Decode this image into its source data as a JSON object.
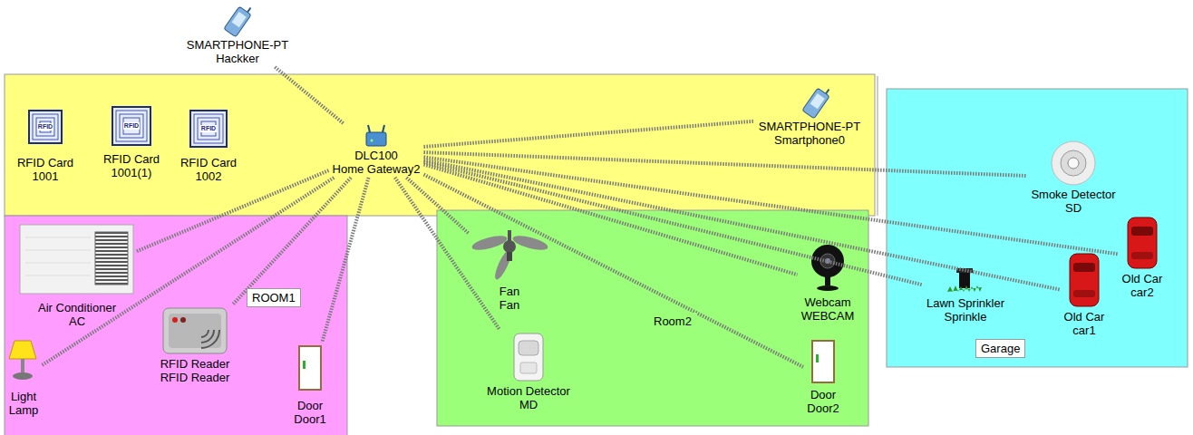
{
  "diagram": {
    "nodes": [
      {
        "text": [
          "SMARTPHONE-PT",
          "Hackker"
        ]
      },
      {
        "text": [
          "RFID Card",
          "1001"
        ]
      },
      {
        "text": [
          "RFID Card",
          "1001(1)"
        ]
      },
      {
        "text": [
          "RFID Card",
          "1002"
        ]
      },
      {
        "text": [
          "DLC100",
          "Home Gateway2"
        ]
      },
      {
        "text": [
          "SMARTPHONE-PT",
          "Smartphone0"
        ]
      },
      {
        "text": [
          "ROOM1"
        ]
      },
      {
        "text": [
          "Air Conditioner",
          "AC"
        ],
        "in": 6
      },
      {
        "text": [
          "Light",
          "Lamp"
        ],
        "in": 6
      },
      {
        "text": [
          "RFID Reader",
          "RFID Reader"
        ],
        "in": 6
      },
      {
        "text": [
          "Door",
          "Door1"
        ],
        "in": 6
      },
      {
        "text": [
          "Room2"
        ]
      },
      {
        "text": [
          "Fan",
          "Fan"
        ],
        "in": 11
      },
      {
        "text": [
          "Motion Detector",
          "MD"
        ],
        "in": 11
      },
      {
        "text": [
          "Webcam",
          "WEBCAM"
        ],
        "in": 11
      },
      {
        "text": [
          "Door",
          "Door2"
        ],
        "in": 11
      },
      {
        "text": [
          "Garage"
        ]
      },
      {
        "text": [
          "Smoke Detector",
          "SD"
        ],
        "in": 16
      },
      {
        "text": [
          "Lawn Sprinkler",
          "Sprinkle"
        ],
        "in": 16
      },
      {
        "text": [
          "Old Car",
          "car1"
        ],
        "in": 16
      },
      {
        "text": [
          "Old Car",
          "car2"
        ],
        "in": 16
      }
    ],
    "edges": [
      {
        "from": 4,
        "to": 0,
        "arrow": "none"
      },
      {
        "from": 4,
        "to": 5,
        "arrow": "none"
      },
      {
        "from": 4,
        "to": 7,
        "arrow": "none"
      },
      {
        "from": 4,
        "to": 8,
        "arrow": "none"
      },
      {
        "from": 4,
        "to": 9,
        "arrow": "none"
      },
      {
        "from": 4,
        "to": 10,
        "arrow": "none"
      },
      {
        "from": 4,
        "to": 12,
        "arrow": "none"
      },
      {
        "from": 4,
        "to": 13,
        "arrow": "none"
      },
      {
        "from": 4,
        "to": 14,
        "arrow": "none"
      },
      {
        "from": 4,
        "to": 15,
        "arrow": "none"
      },
      {
        "from": 4,
        "to": 17,
        "arrow": "none"
      },
      {
        "from": 4,
        "to": 18,
        "arrow": "none"
      },
      {
        "from": 4,
        "to": 19,
        "arrow": "none"
      },
      {
        "from": 4,
        "to": 20,
        "arrow": "none"
      }
    ],
    "labels": [
      "RFID",
      "RFID",
      "RFID"
    ]
  }
}
